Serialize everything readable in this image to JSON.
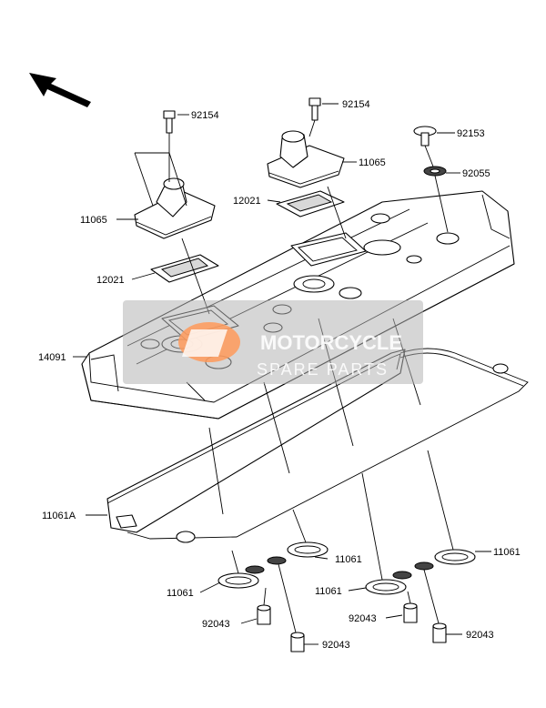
{
  "diagram": {
    "callouts": {
      "bolt_left": "92154",
      "bolt_right": "92154",
      "breather_cover_left": "11065",
      "breather_cover_right": "11065",
      "plate_left": "12021",
      "plate_right": "12021",
      "bolt_small": "92153",
      "washer": "92055",
      "cylinder_head_cover": "14091",
      "gasket_main": "11061A",
      "plug_gasket_left_low": "11061",
      "plug_gasket_mid": "11061",
      "plug_gasket_center_low": "11061",
      "plug_gasket_right": "11061",
      "collar_1": "92043",
      "collar_2": "92043",
      "collar_3": "92043",
      "collar_4": "92043"
    },
    "watermark": {
      "line1": "MOTORCYCLE",
      "line2": "SPARE PARTS"
    }
  }
}
